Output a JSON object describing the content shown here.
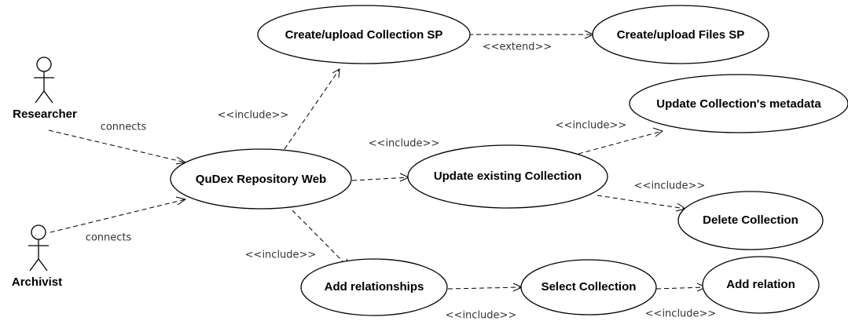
{
  "diagram": {
    "actors": {
      "researcher": "Researcher",
      "archivist": "Archivist"
    },
    "use_cases": {
      "qudex": "QuDex Repository Web",
      "create_collection": "Create/upload Collection SP",
      "create_files": "Create/upload Files SP",
      "update_metadata": "Update Collection's metadata",
      "update_existing": "Update existing Collection",
      "delete_collection": "Delete Collection",
      "add_relationships": "Add relationships",
      "select_collection": "Select Collection",
      "add_relation": "Add relation"
    },
    "edge_labels": {
      "researcher_connects": "connects",
      "archivist_connects": "connects",
      "include_create": "<<include>>",
      "extend_files": "<<extend>>",
      "include_update": "<<include>>",
      "include_metadata": "<<include>>",
      "include_delete": "<<include>>",
      "include_add_rel": "<<include>>",
      "include_select": "<<include>>",
      "include_relation": "<<include>>"
    }
  }
}
